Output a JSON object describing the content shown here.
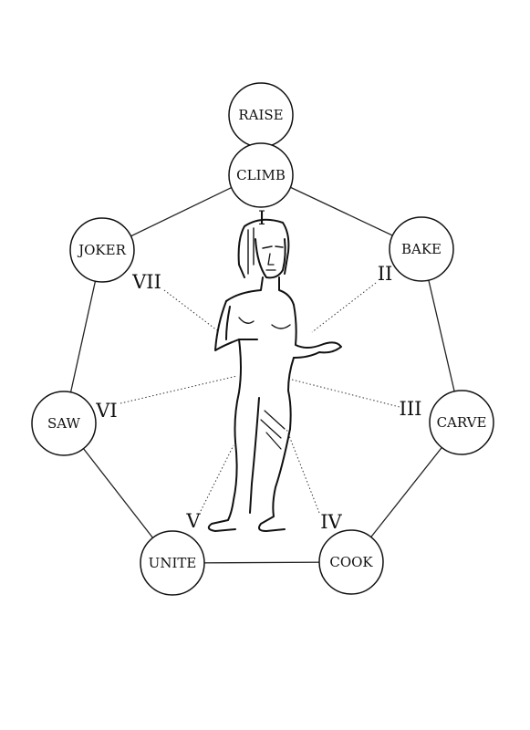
{
  "nodes": [
    {
      "id": "raise",
      "label": "RAISE"
    },
    {
      "id": "climb",
      "label": "CLIMB"
    },
    {
      "id": "bake",
      "label": "BAKE"
    },
    {
      "id": "carve",
      "label": "CARVE"
    },
    {
      "id": "cook",
      "label": "COOK"
    },
    {
      "id": "unite",
      "label": "UNITE"
    },
    {
      "id": "saw",
      "label": "SAW"
    },
    {
      "id": "joker",
      "label": "JOKER"
    }
  ],
  "numerals": [
    "I",
    "II",
    "III",
    "IV",
    "V",
    "VI",
    "VII"
  ],
  "colors": {
    "line": "#222222",
    "stroke": "#111111",
    "background": "#ffffff"
  },
  "figure": "standing-human-figure"
}
